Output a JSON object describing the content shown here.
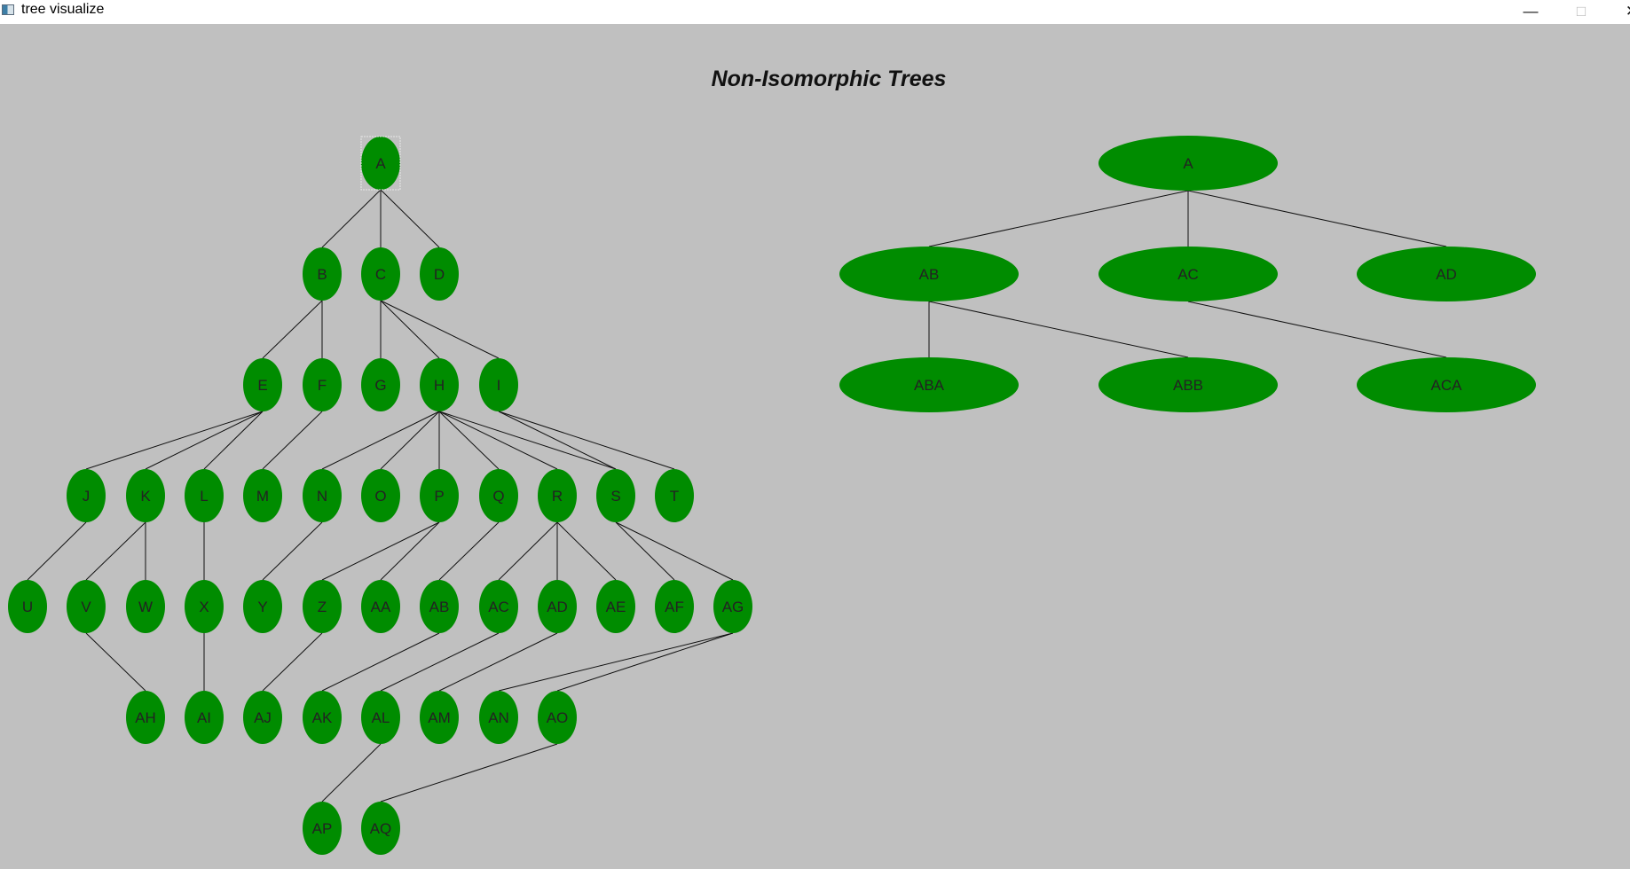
{
  "window": {
    "title": "tree visualize",
    "controls": {
      "minimize": "—",
      "maximize": "□",
      "close": "✕"
    }
  },
  "page": {
    "heading": "Non-Isomorphic Trees"
  },
  "colors": {
    "node": "#008c00",
    "edge": "#111111",
    "background": "#c0c0c0",
    "selection": "#e8e8e8"
  },
  "trees": [
    {
      "name": "left-tree",
      "selected": "A",
      "nodes": [
        "A",
        "B",
        "C",
        "D",
        "E",
        "F",
        "G",
        "H",
        "I",
        "J",
        "K",
        "L",
        "M",
        "N",
        "O",
        "P",
        "Q",
        "R",
        "S",
        "T",
        "U",
        "V",
        "W",
        "X",
        "Y",
        "Z",
        "AA",
        "AB",
        "AC",
        "AD",
        "AE",
        "AF",
        "AG",
        "AH",
        "AI",
        "AJ",
        "AK",
        "AL",
        "AM",
        "AN",
        "AO",
        "AP",
        "AQ"
      ],
      "edges": [
        [
          "A",
          "B"
        ],
        [
          "A",
          "C"
        ],
        [
          "A",
          "D"
        ],
        [
          "B",
          "E"
        ],
        [
          "B",
          "F"
        ],
        [
          "C",
          "G"
        ],
        [
          "C",
          "H"
        ],
        [
          "C",
          "I"
        ],
        [
          "E",
          "J"
        ],
        [
          "E",
          "K"
        ],
        [
          "E",
          "L"
        ],
        [
          "F",
          "M"
        ],
        [
          "H",
          "N"
        ],
        [
          "H",
          "O"
        ],
        [
          "H",
          "P"
        ],
        [
          "H",
          "Q"
        ],
        [
          "H",
          "R"
        ],
        [
          "H",
          "S"
        ],
        [
          "I",
          "S"
        ],
        [
          "I",
          "T"
        ],
        [
          "J",
          "U"
        ],
        [
          "K",
          "V"
        ],
        [
          "K",
          "W"
        ],
        [
          "L",
          "X"
        ],
        [
          "N",
          "Y"
        ],
        [
          "P",
          "Z"
        ],
        [
          "P",
          "AA"
        ],
        [
          "Q",
          "AB"
        ],
        [
          "R",
          "AC"
        ],
        [
          "R",
          "AD"
        ],
        [
          "R",
          "AE"
        ],
        [
          "S",
          "AF"
        ],
        [
          "S",
          "AG"
        ],
        [
          "V",
          "AH"
        ],
        [
          "X",
          "AI"
        ],
        [
          "Z",
          "AJ"
        ],
        [
          "AB",
          "AK"
        ],
        [
          "AC",
          "AL"
        ],
        [
          "AD",
          "AM"
        ],
        [
          "AG",
          "AN"
        ],
        [
          "AG",
          "AO"
        ],
        [
          "AL",
          "AP"
        ],
        [
          "AO",
          "AQ"
        ]
      ]
    },
    {
      "name": "right-tree",
      "nodes": [
        "A",
        "AB",
        "AC",
        "AD",
        "ABA",
        "ABB",
        "ACA"
      ],
      "edges": [
        [
          "A",
          "AB"
        ],
        [
          "A",
          "AC"
        ],
        [
          "A",
          "AD"
        ],
        [
          "AB",
          "ABA"
        ],
        [
          "AB",
          "ABB"
        ],
        [
          "AC",
          "ACA"
        ]
      ]
    }
  ]
}
